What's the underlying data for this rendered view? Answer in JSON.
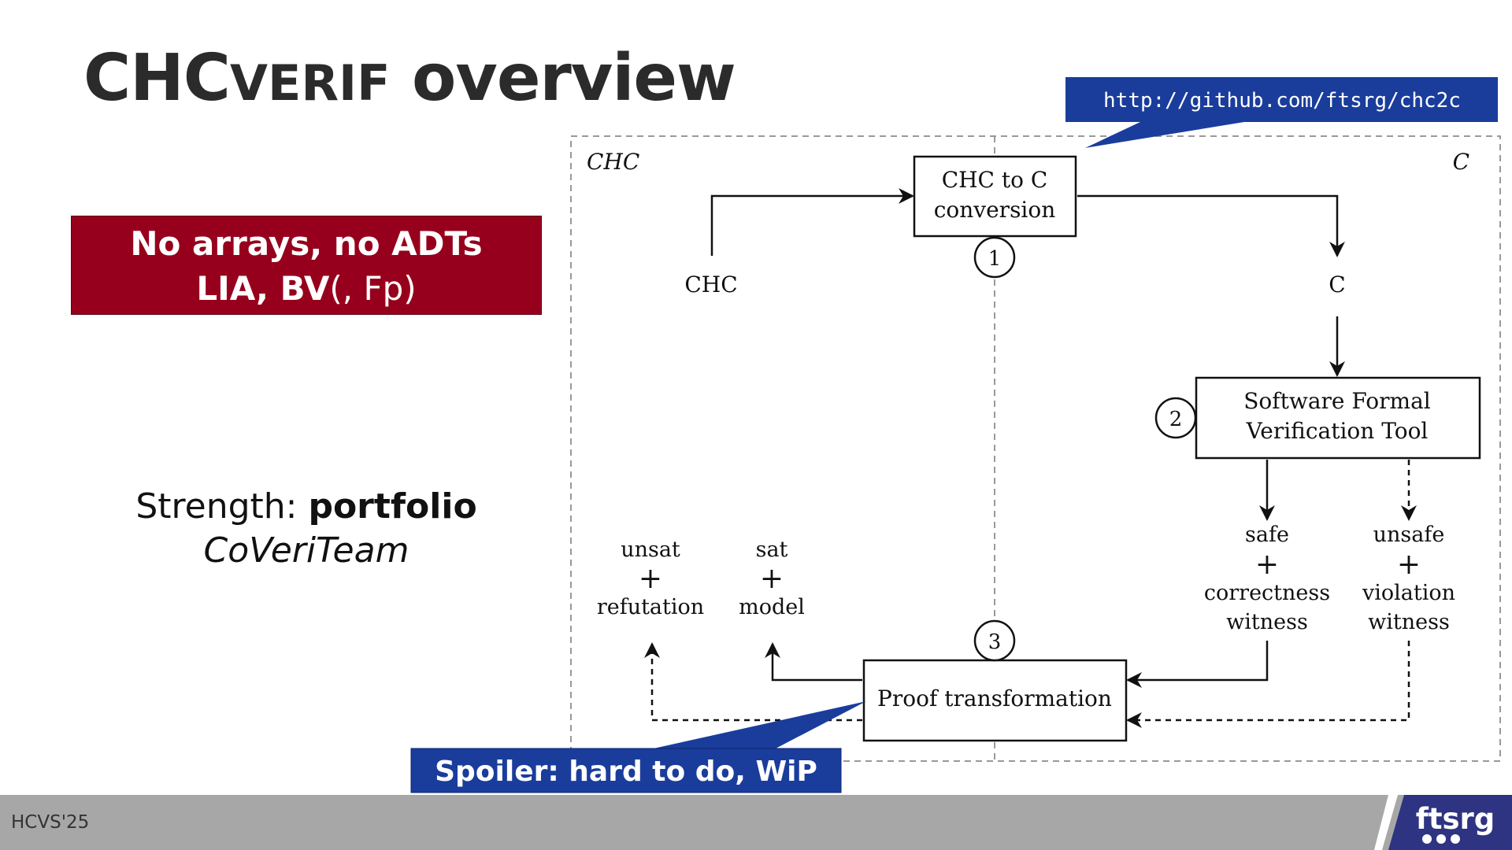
{
  "slide": {
    "title_main": "CHC",
    "title_small_caps": "VERIF",
    "title_rest": " overview",
    "red_box": {
      "line1": "No arrays, no ADTs",
      "line2_bold": "LIA, BV",
      "line2_rest": "(, Fp)"
    },
    "strength": {
      "prefix": "Strength: ",
      "bold": "portfolio",
      "italic": "CoVeriTeam"
    },
    "url_callout": "http://github.com/ftsrg/chc2c",
    "spoiler_callout": "Spoiler: hard to do, WiP"
  },
  "diagram": {
    "regions": {
      "left": "CHC",
      "right": "C"
    },
    "boxes": {
      "conversion": [
        "CHC to C",
        "conversion"
      ],
      "tool": [
        "Software Formal",
        "Verification Tool"
      ],
      "proof": "Proof transformation"
    },
    "steps": [
      "1",
      "2",
      "3"
    ],
    "nodes": {
      "chc": "CHC",
      "c": "C"
    },
    "outcomes": {
      "unsat": [
        "unsat",
        "+",
        "refutation"
      ],
      "sat": [
        "sat",
        "+",
        "model"
      ],
      "safe": [
        "safe",
        "+",
        "correctness",
        "witness"
      ],
      "unsafe": [
        "unsafe",
        "+",
        "violation",
        "witness"
      ]
    }
  },
  "footer": {
    "label": "HCVS'25",
    "logo": "ftsrg"
  },
  "colors": {
    "accent_red": "#97001c",
    "callout_blue": "#1a3d9c",
    "footer_gray": "#a7a7a7",
    "logo_purple": "#2e3382"
  }
}
